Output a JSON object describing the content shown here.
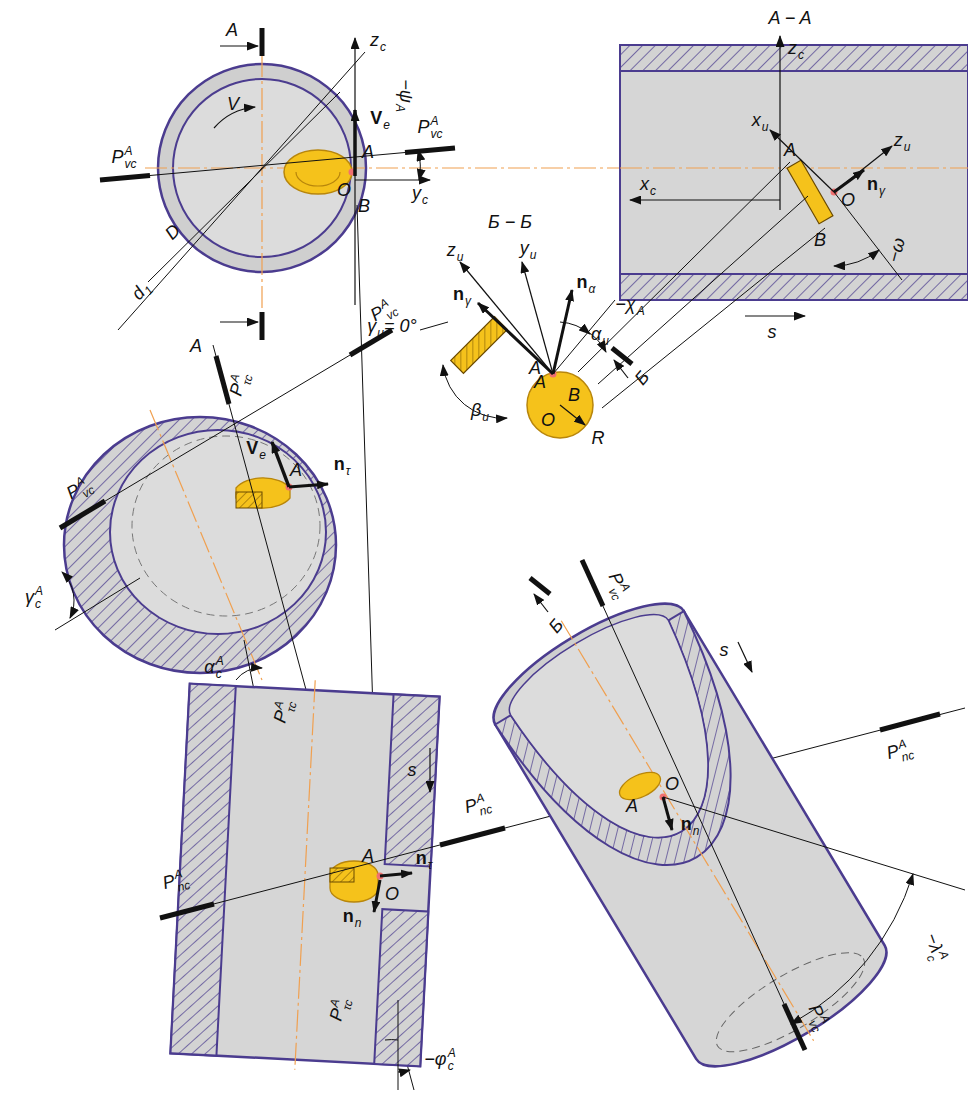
{
  "diagram": {
    "labels": [
      "A",
      "z",
      "c",
      "V",
      "−ψ",
      "A",
      "P",
      "vc",
      "A",
      "P",
      "vc",
      "A",
      "V",
      "e",
      "A",
      "O",
      "B",
      "y",
      "c",
      "D",
      "d",
      "1",
      "A − A",
      "z",
      "c",
      "x",
      "и",
      "x",
      "c",
      "A",
      "z",
      "и",
      "n",
      "γ",
      "O",
      "B",
      "−ω",
      "s",
      "Б − Б",
      "z",
      "и",
      "y",
      "и",
      "n",
      "γ",
      "n",
      "α",
      "A",
      "γ",
      "и",
      "= 0°",
      "−χ",
      "A",
      "α",
      "и",
      "β",
      "и",
      "A",
      "Б",
      "O",
      "B",
      "R",
      "Б",
      "A",
      "P",
      "τc",
      "A",
      "P",
      "vc",
      "A",
      "V",
      "e",
      "A",
      "n",
      "τ",
      "P",
      "vc",
      "A",
      "γ",
      "c",
      "A",
      "α",
      "c",
      "A",
      "P",
      "τc",
      "A",
      "s",
      "A",
      "n",
      "τ",
      "O",
      "n",
      "n",
      "P",
      "nc",
      "A",
      "P",
      "nc",
      "A",
      "P",
      "τc",
      "A",
      "−φ",
      "c",
      "A",
      "P",
      "vc",
      "A",
      "s",
      "P",
      "nc",
      "A",
      "A",
      "O",
      "n",
      "n",
      "−λ",
      "c",
      "A",
      "P",
      "vc",
      "A"
    ]
  }
}
